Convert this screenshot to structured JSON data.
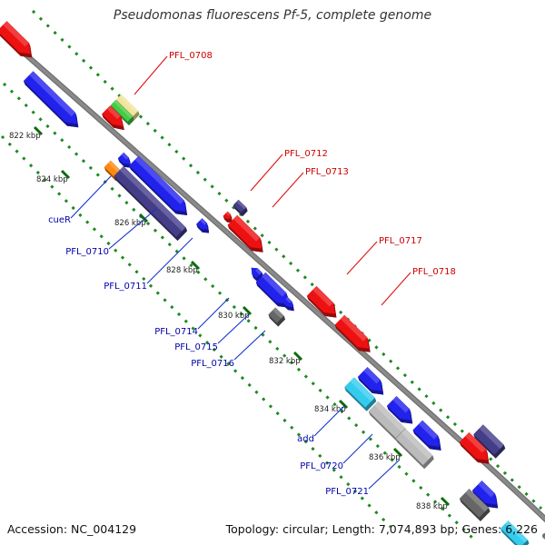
{
  "title": "Pseudomonas fluorescens Pf-5, complete genome",
  "footer": {
    "accession": "Accession: NC_004129",
    "topology": "Topology: circular; Length: 7,074,893 bp; Genes: 6,226"
  },
  "colors": {
    "backbone": "#8a8a8a",
    "tick_minor": "#1e8a1e",
    "tick_major": "#0c6a0c",
    "label_red": "#cc0000",
    "label_blue": "#0000aa",
    "leader_red": "#dd1111",
    "leader_blue": "#1133cc"
  },
  "ruler": [
    {
      "label": "822 kbp"
    },
    {
      "label": "824 kbp"
    },
    {
      "label": "826 kbp"
    },
    {
      "label": "828 kbp"
    },
    {
      "label": "830 kbp"
    },
    {
      "label": "832 kbp"
    },
    {
      "label": "834 kbp"
    },
    {
      "label": "836 kbp"
    },
    {
      "label": "838 kbp"
    }
  ],
  "genes": [
    {
      "name": "gene-red-top-left",
      "color": "#ee1111"
    },
    {
      "name": "gene-blue-822",
      "color": "#2222ee"
    },
    {
      "name": "gene-yellow",
      "color": "#f2e49a"
    },
    {
      "name": "gene-green",
      "color": "#44cc44"
    },
    {
      "name": "gene-red-0708",
      "color": "#ee1111"
    },
    {
      "name": "gene-orange-cueR",
      "color": "#ff8811"
    },
    {
      "name": "gene-blue-small-825",
      "color": "#2222ee"
    },
    {
      "name": "gene-blue-PFL0710",
      "color": "#2222ee"
    },
    {
      "name": "gene-navy-PFL0711",
      "color": "#443d88"
    },
    {
      "name": "gene-blue-small-827",
      "color": "#2222ee"
    },
    {
      "name": "gene-red-small-0712",
      "color": "#ee1111"
    },
    {
      "name": "gene-navy-small-0712",
      "color": "#443d88"
    },
    {
      "name": "gene-red-0713",
      "color": "#ee1111"
    },
    {
      "name": "gene-blue-small-829",
      "color": "#2222ee"
    },
    {
      "name": "gene-blue-PFL0714",
      "color": "#2222ee"
    },
    {
      "name": "gene-blue-small-PFL0715",
      "color": "#2222ee"
    },
    {
      "name": "gene-gray-PFL0716",
      "color": "#666666"
    },
    {
      "name": "gene-red-0717",
      "color": "#ee1111"
    },
    {
      "name": "gene-red-0718",
      "color": "#ee1111"
    },
    {
      "name": "gene-blue-834",
      "color": "#2222ee"
    },
    {
      "name": "gene-cyan-add",
      "color": "#33ccee"
    },
    {
      "name": "gene-blue-835",
      "color": "#2222ee"
    },
    {
      "name": "gene-silver-PFL0720",
      "color": "#bbbbbb"
    },
    {
      "name": "gene-blue-836",
      "color": "#2222ee"
    },
    {
      "name": "gene-silver-PFL0721",
      "color": "#bbbbbb"
    },
    {
      "name": "gene-navy-right",
      "color": "#443d88"
    },
    {
      "name": "gene-red-right",
      "color": "#ee1111"
    },
    {
      "name": "gene-blue-839",
      "color": "#2222ee"
    },
    {
      "name": "gene-gray-839",
      "color": "#666666"
    },
    {
      "name": "gene-cyan-corner",
      "color": "#33ccee"
    }
  ],
  "labels": [
    {
      "text": "PFL_0708",
      "color": "#cc0000"
    },
    {
      "text": "PFL_0712",
      "color": "#cc0000"
    },
    {
      "text": "PFL_0713",
      "color": "#cc0000"
    },
    {
      "text": "PFL_0717",
      "color": "#cc0000"
    },
    {
      "text": "PFL_0718",
      "color": "#cc0000"
    },
    {
      "text": "cueR",
      "color": "#0000aa"
    },
    {
      "text": "PFL_0710",
      "color": "#0000aa"
    },
    {
      "text": "PFL_0711",
      "color": "#0000aa"
    },
    {
      "text": "PFL_0714",
      "color": "#0000aa"
    },
    {
      "text": "PFL_0715",
      "color": "#0000aa"
    },
    {
      "text": "PFL_0716",
      "color": "#0000aa"
    },
    {
      "text": "add",
      "color": "#0000aa"
    },
    {
      "text": "PFL_0720",
      "color": "#0000aa"
    },
    {
      "text": "PFL_0721",
      "color": "#0000aa"
    }
  ]
}
